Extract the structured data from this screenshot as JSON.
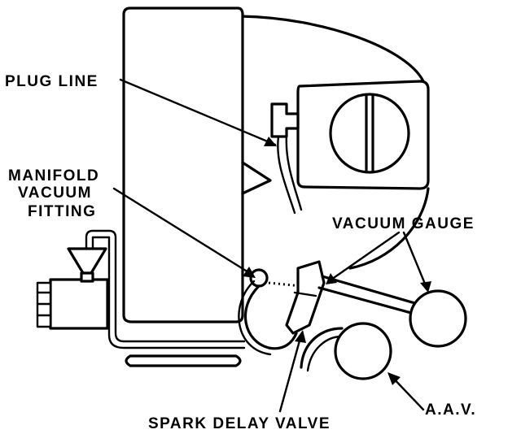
{
  "labels": {
    "plug_line": "PLUG LINE",
    "manifold_line1": "MANIFOLD",
    "manifold_line2": "VACUUM",
    "manifold_line3": "FITTING",
    "vacuum_gauge": "VACUUM GAUGE",
    "spark_delay_valve": "SPARK DELAY VALVE",
    "aav": "A.A.V."
  }
}
